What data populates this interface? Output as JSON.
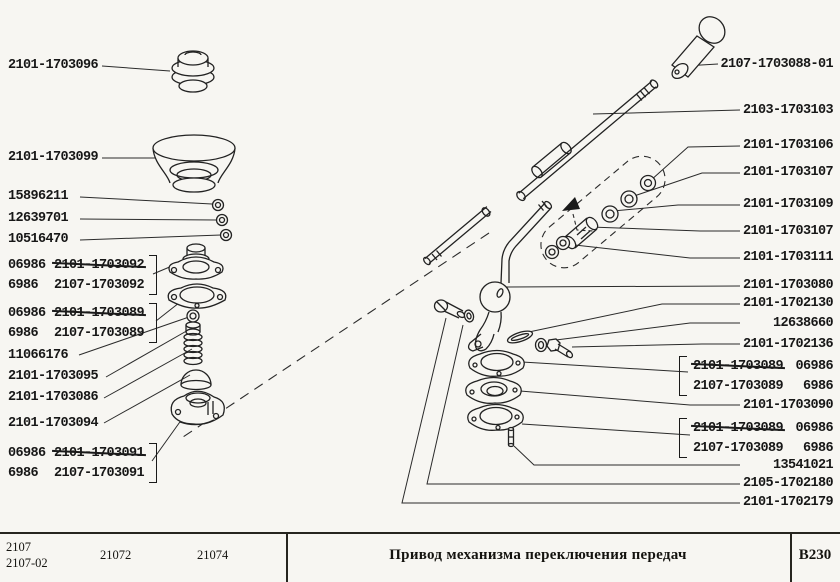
{
  "page": {
    "background": "#f7f6f2",
    "ink": "#1a1a1a"
  },
  "left_labels": [
    "2101-1703096",
    "2101-1703099",
    "15896211",
    "12639701",
    "10516470",
    "11066176",
    "2101-1703095",
    "2101-1703086",
    "2101-1703094"
  ],
  "left_groups": [
    {
      "qty1": "06986",
      "old": "2101-1703092",
      "qty2": "6986",
      "new": "2107-1703092"
    },
    {
      "qty1": "06986",
      "old": "2101-1703089",
      "qty2": "6986",
      "new": "2107-1703089"
    },
    {
      "qty1": "06986",
      "old": "2101-1703091",
      "qty2": "6986",
      "new": "2107-1703091"
    }
  ],
  "right_labels": [
    "2107-1703088-01",
    "2103-1703103",
    "2101-1703106",
    "2101-1703107",
    "2101-1703109",
    "2101-1703107",
    "2101-1703111",
    "2101-1703080",
    "2101-1702130",
    "12638660",
    "2101-1702136",
    "2101-1703090",
    "13541021",
    "2105-1702180",
    "2101-1702179"
  ],
  "right_groups": [
    {
      "old": "2101-1703089",
      "qty1": "06986",
      "new": "2107-1703089",
      "qty2": "6986"
    },
    {
      "old": "2101-1703089",
      "qty1": "06986",
      "new": "2107-1703089",
      "qty2": "6986"
    }
  ],
  "footer": {
    "model_a1": "2107",
    "model_a2": "2107-02",
    "model_b": "21072",
    "model_c": "21074",
    "title": "Привод механизма переключения передач",
    "sheet_code": "В230"
  }
}
